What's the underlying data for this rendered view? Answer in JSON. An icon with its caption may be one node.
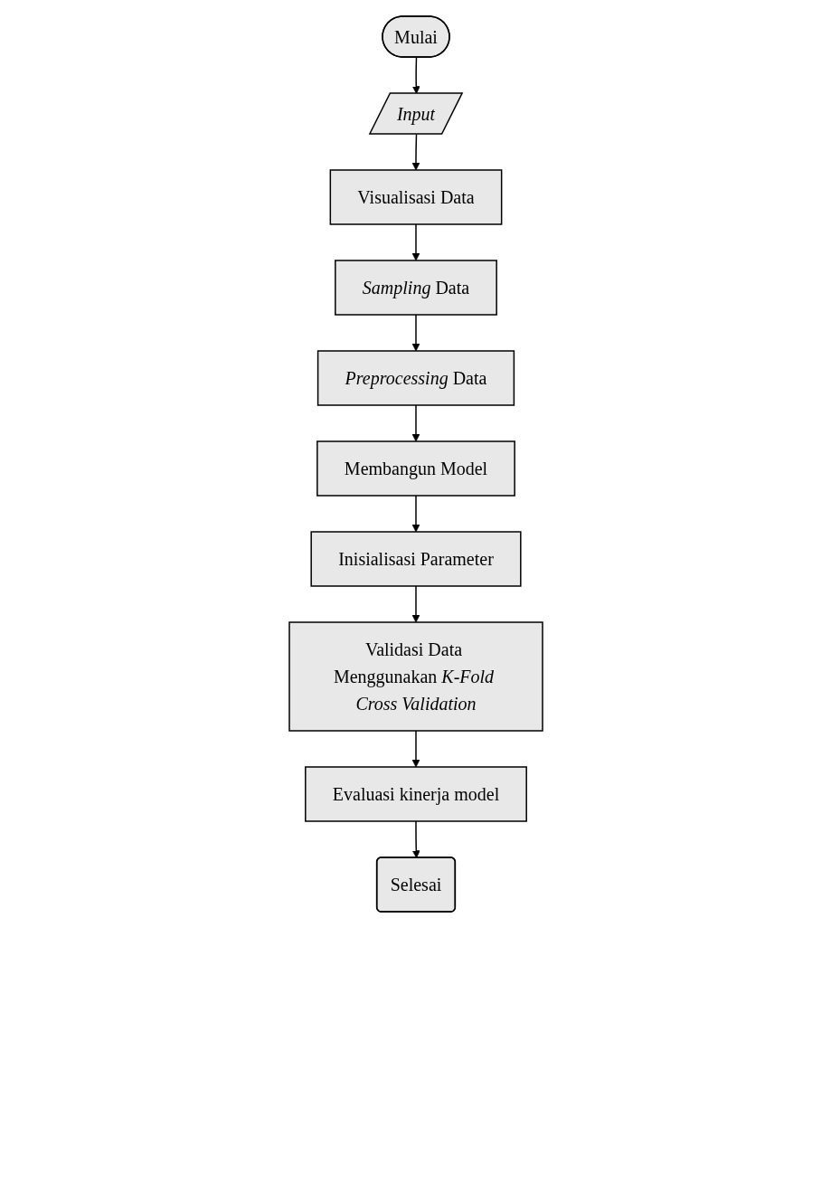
{
  "diagram": {
    "nodes": [
      {
        "text": [
          "Mulai"
        ]
      },
      {
        "text": [
          "Input"
        ]
      },
      {
        "text": [
          "Visualisasi Data"
        ]
      },
      {
        "text": [
          "*Sampling* Data"
        ]
      },
      {
        "text": [
          "*Preprocessing* Data"
        ]
      },
      {
        "text": [
          "Membangun Model"
        ]
      },
      {
        "text": [
          "Inisialisasi Parameter"
        ]
      },
      {
        "text": [
          "Validasi Data Menggunakan *K-Fold Cross Validation*"
        ]
      },
      {
        "text": [
          "Evaluasi kinerja model"
        ]
      },
      {
        "text": [
          "Selesai"
        ]
      }
    ],
    "edges": [
      {
        "from": 0,
        "to": 1,
        "arrow": "to"
      },
      {
        "from": 1,
        "to": 2,
        "arrow": "to"
      },
      {
        "from": 2,
        "to": 3,
        "arrow": "to"
      },
      {
        "from": 3,
        "to": 4,
        "arrow": "to"
      },
      {
        "from": 4,
        "to": 5,
        "arrow": "to"
      },
      {
        "from": 5,
        "to": 6,
        "arrow": "to"
      },
      {
        "from": 6,
        "to": 7,
        "arrow": "to"
      },
      {
        "from": 7,
        "to": 8,
        "arrow": "to"
      },
      {
        "from": 8,
        "to": 9,
        "arrow": "to"
      }
    ]
  }
}
